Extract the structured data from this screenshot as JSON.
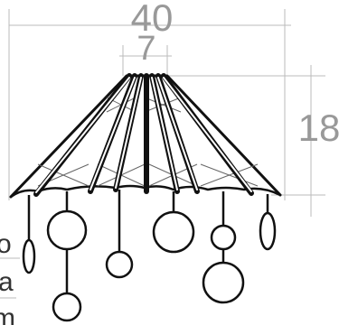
{
  "dimensions": {
    "top_width": "40",
    "inner_width": "7",
    "height": "18"
  },
  "side_labels": [
    "o",
    "a",
    "m"
  ],
  "colors": {
    "dimension_lines": "#bbbbbb",
    "dimension_text": "#999999",
    "drawing": "#111111",
    "cross_lines": "#666666"
  }
}
